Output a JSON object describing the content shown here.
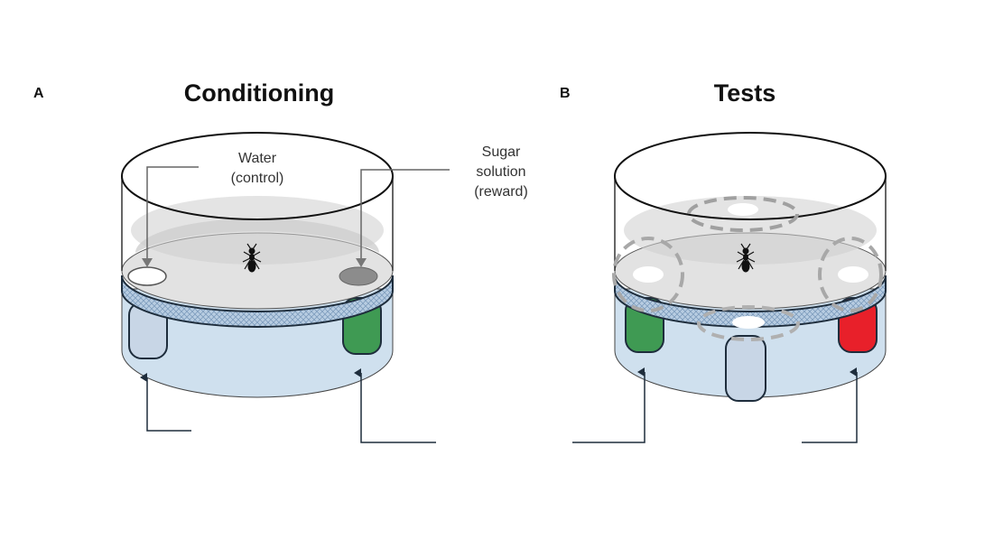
{
  "panels": [
    {
      "letter": "A",
      "title": "Conditioning"
    },
    {
      "letter": "B",
      "title": "Tests"
    }
  ],
  "labels": {
    "water": [
      "Water",
      "(control)"
    ],
    "sugar": [
      "Sugar",
      "solution",
      "(reward)"
    ]
  },
  "colors": {
    "liquid": "#cfe0ee",
    "mesh": "#9ab8d6",
    "arena_floor": "#e0e0e0",
    "arena_far": "#c8c8c8",
    "tube_control": "#c8d6e6",
    "tube_green": "#3f9a53",
    "tube_red": "#e8202a",
    "dark_line": "#1e2d3c",
    "dashed_ring": "#a8a8a8"
  },
  "icons": [
    "ant-icon",
    "ant-icon"
  ]
}
